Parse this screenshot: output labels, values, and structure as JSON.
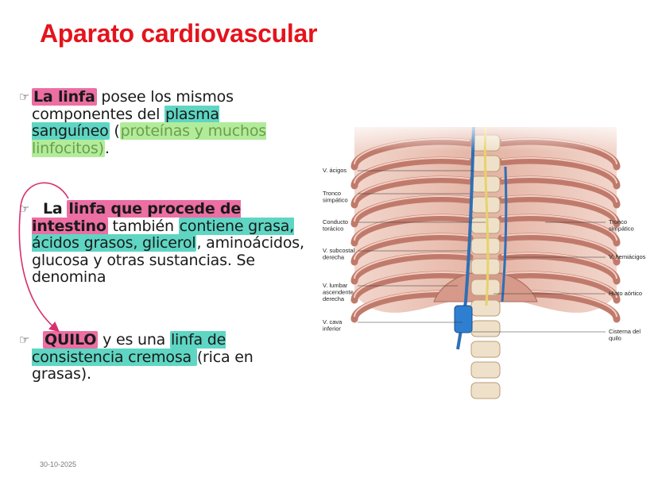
{
  "slide": {
    "title": "Aparato cardiovascular",
    "date": "30-10-2025"
  },
  "paragraphs": {
    "p1": {
      "a": "La linfa",
      "b": " posee los mismos componentes del ",
      "c": "plasma sanguíneo",
      "d": " (",
      "e": "proteínas y muchos linfocitos)",
      "f": "."
    },
    "p2": {
      "a": "La",
      "b": "linfa que procede de intestino",
      "c": " también ",
      "d": "contiene grasa, ácidos grasos, glicerol",
      "e": ", aminoácidos, glucosa y otras sustancias. Se denomina"
    },
    "p3": {
      "a": "QUILO",
      "b": " y es una ",
      "c": "linfa de consistencia cremosa ",
      "d": "(rica en grasas)."
    }
  },
  "figure": {
    "labels_left": [
      "V. ácigos",
      "Tronco simpático",
      "Conducto torácico",
      "V. subcostal derecha",
      "V. lumbar ascendente derecha",
      "V. cava inferior"
    ],
    "labels_right": [
      "Tronco simpático",
      "V. hemiácigos",
      "Hiato aórtico",
      "Cisterna del quilo"
    ]
  },
  "colors": {
    "title": "#e3141c",
    "highlight_pink": "#ec6ea3",
    "highlight_teal": "#5ed6c3",
    "highlight_green": "#b2ec9b",
    "arrow": "#d8306f"
  },
  "icons": {
    "bullet": "pointing-hand-icon"
  }
}
